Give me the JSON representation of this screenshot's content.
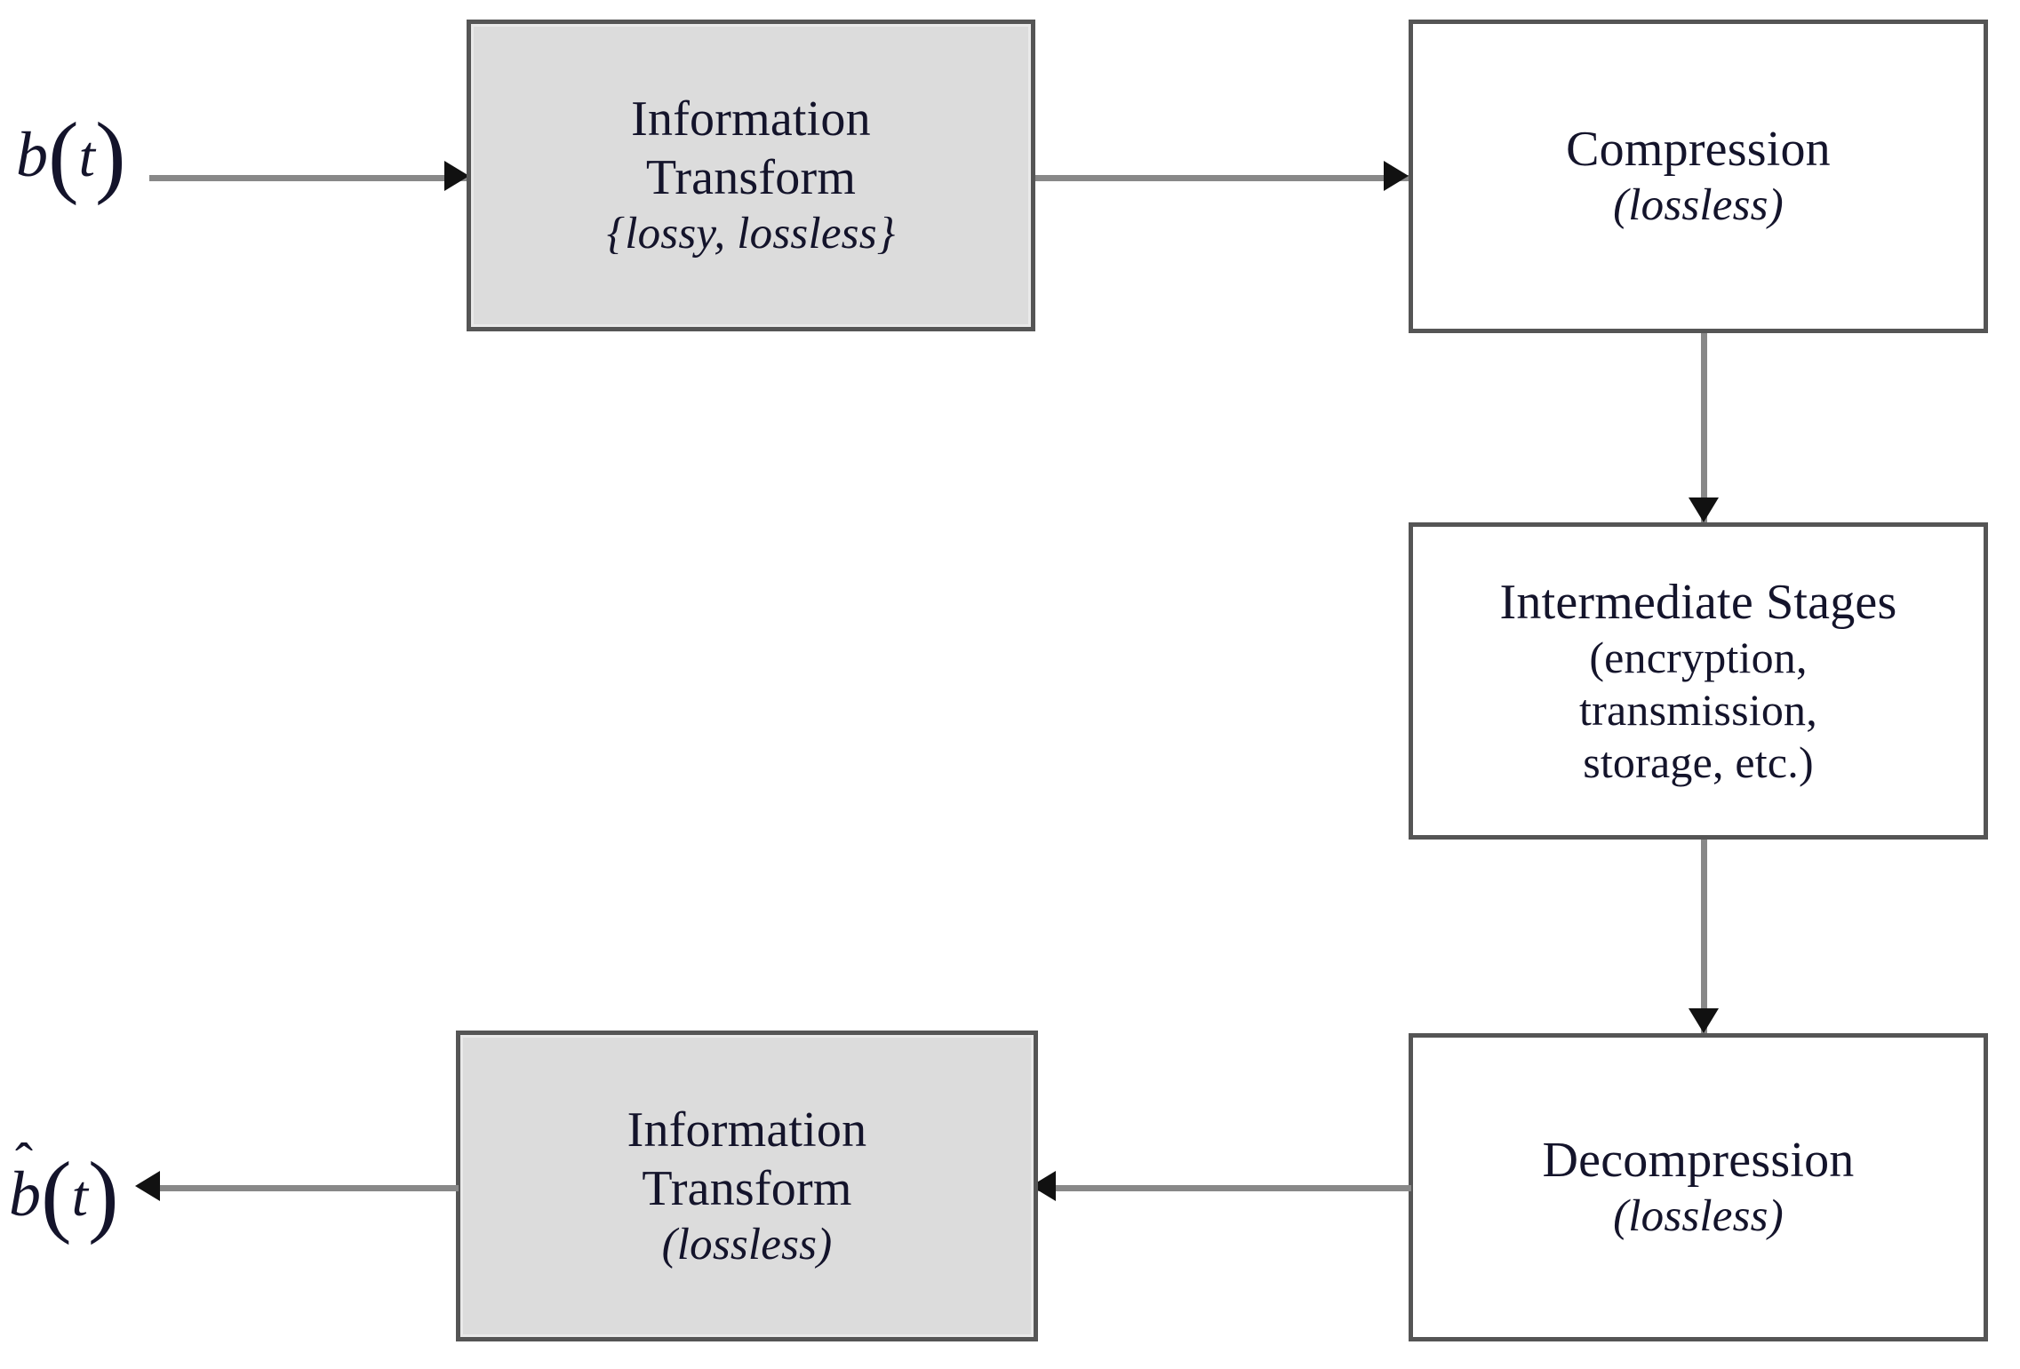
{
  "diagram": {
    "title": "Information transform compression pipeline block diagram",
    "colors": {
      "box_fill_shaded": "#dcdcdc",
      "box_fill_plain": "#ffffff",
      "box_border": "#555555",
      "connector": "#888888",
      "arrowhead": "#111111",
      "text": "#14142b",
      "background": "#ffffff"
    }
  },
  "signals": {
    "input": {
      "variable": "b",
      "open_paren": "(",
      "argument": "t",
      "close_paren": ")",
      "hat": ""
    },
    "output": {
      "variable": "b",
      "open_paren": "(",
      "argument": "t",
      "close_paren": ")",
      "hat": "ˆ"
    }
  },
  "blocks": [
    {
      "id": "info-transform-top",
      "style": "shaded",
      "lines": [
        "Information",
        "Transform",
        "{lossy, lossless}"
      ]
    },
    {
      "id": "compression",
      "style": "plain",
      "lines": [
        "Compression",
        "(lossless)"
      ]
    },
    {
      "id": "intermediate-stages",
      "style": "plain",
      "lines": [
        "Intermediate Stages",
        "(encryption,",
        "transmission,",
        "storage, etc.)"
      ]
    },
    {
      "id": "decompression",
      "style": "plain",
      "lines": [
        "Decompression",
        "(lossless)"
      ]
    },
    {
      "id": "info-transform-bottom",
      "style": "shaded",
      "lines": [
        "Information",
        "Transform",
        "(lossless)"
      ]
    }
  ],
  "connectors": [
    {
      "id": "input-to-transform",
      "from": "b(t)",
      "to": "Information Transform",
      "direction": "right"
    },
    {
      "id": "transform-to-compression",
      "from": "Information Transform",
      "to": "Compression",
      "direction": "right"
    },
    {
      "id": "compression-to-stages",
      "from": "Compression",
      "to": "Intermediate Stages",
      "direction": "down"
    },
    {
      "id": "stages-to-decompression",
      "from": "Intermediate Stages",
      "to": "Decompression",
      "direction": "down"
    },
    {
      "id": "decompression-to-transform",
      "from": "Decompression",
      "to": "Information Transform",
      "direction": "left"
    },
    {
      "id": "transform-to-output",
      "from": "Information Transform",
      "to": "b-hat(t)",
      "direction": "left"
    }
  ]
}
